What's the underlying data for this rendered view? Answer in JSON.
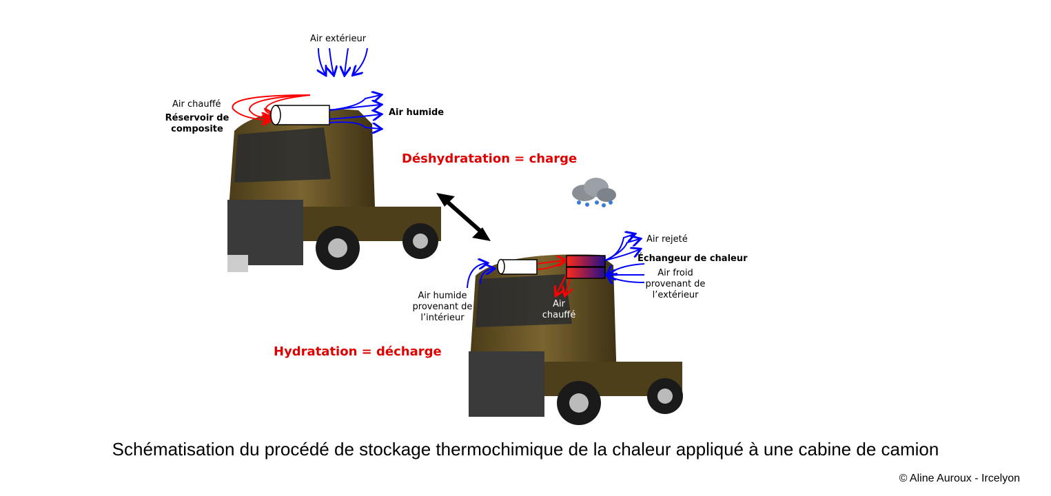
{
  "labels": {
    "air_exterieur": "Air extérieur",
    "air_chauffe_top": "Air chauffé",
    "reservoir": "Réservoir de composite",
    "air_humide": "Air humide",
    "deshydratation": "Déshydratation  = charge",
    "hydratation": "Hydratation  = décharge",
    "air_rejete": "Air rejeté",
    "echangeur": "Échangeur  de chaleur",
    "air_froid": "Air froid provenant de l’extérieur",
    "air_humide_interieur": "Air humide provenant de l’intérieur",
    "air_chauffe_bottom": "Air chauffé"
  },
  "caption": "Schématisation du procédé de stockage thermochimique de la chaleur appliqué à une cabine de camion",
  "credit": "© Aline Auroux - Ircelyon",
  "colors": {
    "process_text": "#e00000",
    "air_arrows": "#0000ff",
    "heat_arrows": "#ff0000",
    "truck": "#5a4a22"
  }
}
